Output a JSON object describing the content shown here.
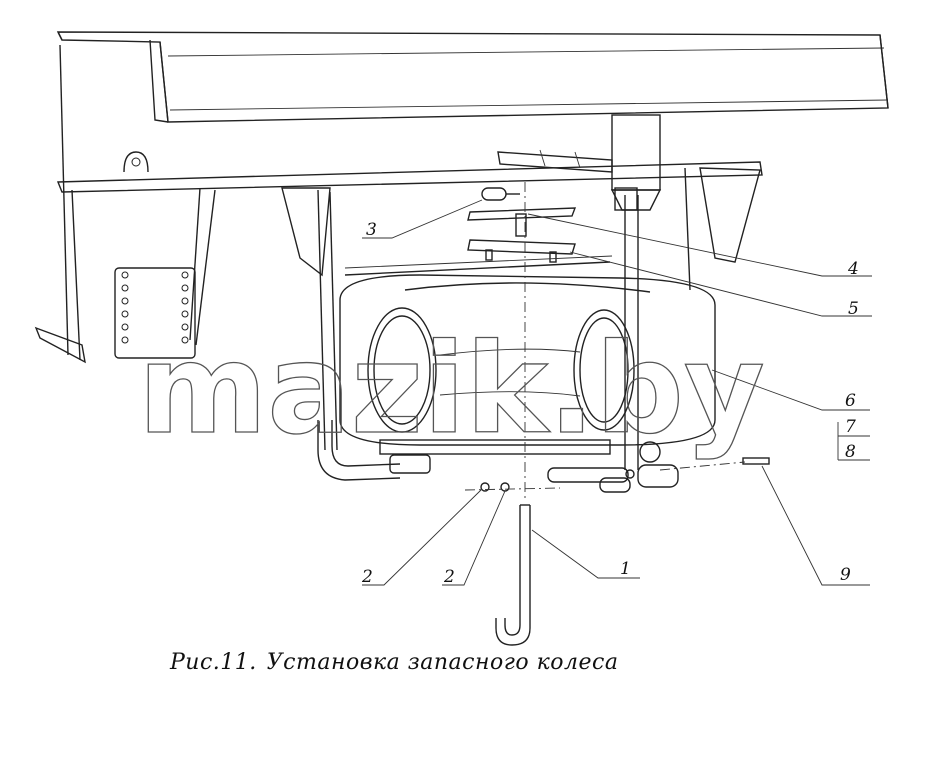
{
  "figure": {
    "callouts": {
      "c1": "1",
      "c2a": "2",
      "c2b": "2",
      "c3": "3",
      "c4": "4",
      "c5": "5",
      "c6": "6",
      "c7": "7",
      "c8": "8",
      "c9": "9"
    },
    "watermark": "mazik.by",
    "caption_number": "Рис.11.",
    "caption_text": "Установка запасного колеса"
  }
}
